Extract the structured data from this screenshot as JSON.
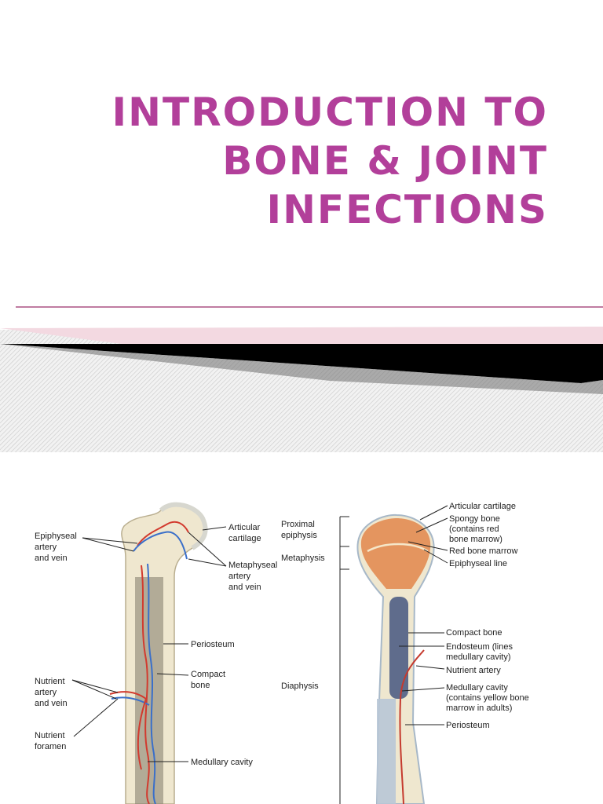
{
  "slide": {
    "title_lines": [
      "INTRODUCTION TO",
      "BONE & JOINT",
      "INFECTIONS"
    ]
  },
  "colors": {
    "title": "#b23f9a",
    "accent_line": "#9b2d6a",
    "band_pink": "#f3d9e1",
    "band_black": "#000000",
    "artery": "#d23a2e",
    "vein": "#3a6fc9",
    "marrow": "#e07a3a",
    "bone": "#efe7cf"
  },
  "diagram": {
    "left": {
      "labels": {
        "epiphyseal_artery_l1": "Epiphyseal",
        "epiphyseal_artery_l2": "artery",
        "epiphyseal_artery_l3": "and vein",
        "articular_cartilage_l1": "Articular",
        "articular_cartilage_l2": "cartilage",
        "metaphyseal_l1": "Metaphyseal",
        "metaphyseal_l2": "artery",
        "metaphyseal_l3": "and vein",
        "periosteum": "Periosteum",
        "compact_bone_l1": "Compact",
        "compact_bone_l2": "bone",
        "nutrient_artery_l1": "Nutrient",
        "nutrient_artery_l2": "artery",
        "nutrient_artery_l3": "and vein",
        "nutrient_foramen_l1": "Nutrient",
        "nutrient_foramen_l2": "foramen",
        "medullary_cavity": "Medullary cavity"
      }
    },
    "regions": {
      "proximal_l1": "Proximal",
      "proximal_l2": "epiphysis",
      "metaphysis": "Metaphysis",
      "diaphysis": "Diaphysis"
    },
    "right": {
      "labels": {
        "articular_cartilage": "Articular cartilage",
        "spongy_l1": "Spongy  bone",
        "spongy_l2": "(contains red",
        "spongy_l3": "bone marrow)",
        "red_marrow": "Red bone marrow",
        "epiphyseal_line": "Epiphyseal line",
        "compact_bone": "Compact bone",
        "endosteum_l1": "Endosteum (lines",
        "endosteum_l2": "medullary cavity)",
        "nutrient_artery": "Nutrient artery",
        "medullary_l1": "Medullary cavity",
        "medullary_l2": "(contains yellow bone",
        "medullary_l3": "marrow in adults)",
        "periosteum": "Periosteum"
      }
    }
  }
}
